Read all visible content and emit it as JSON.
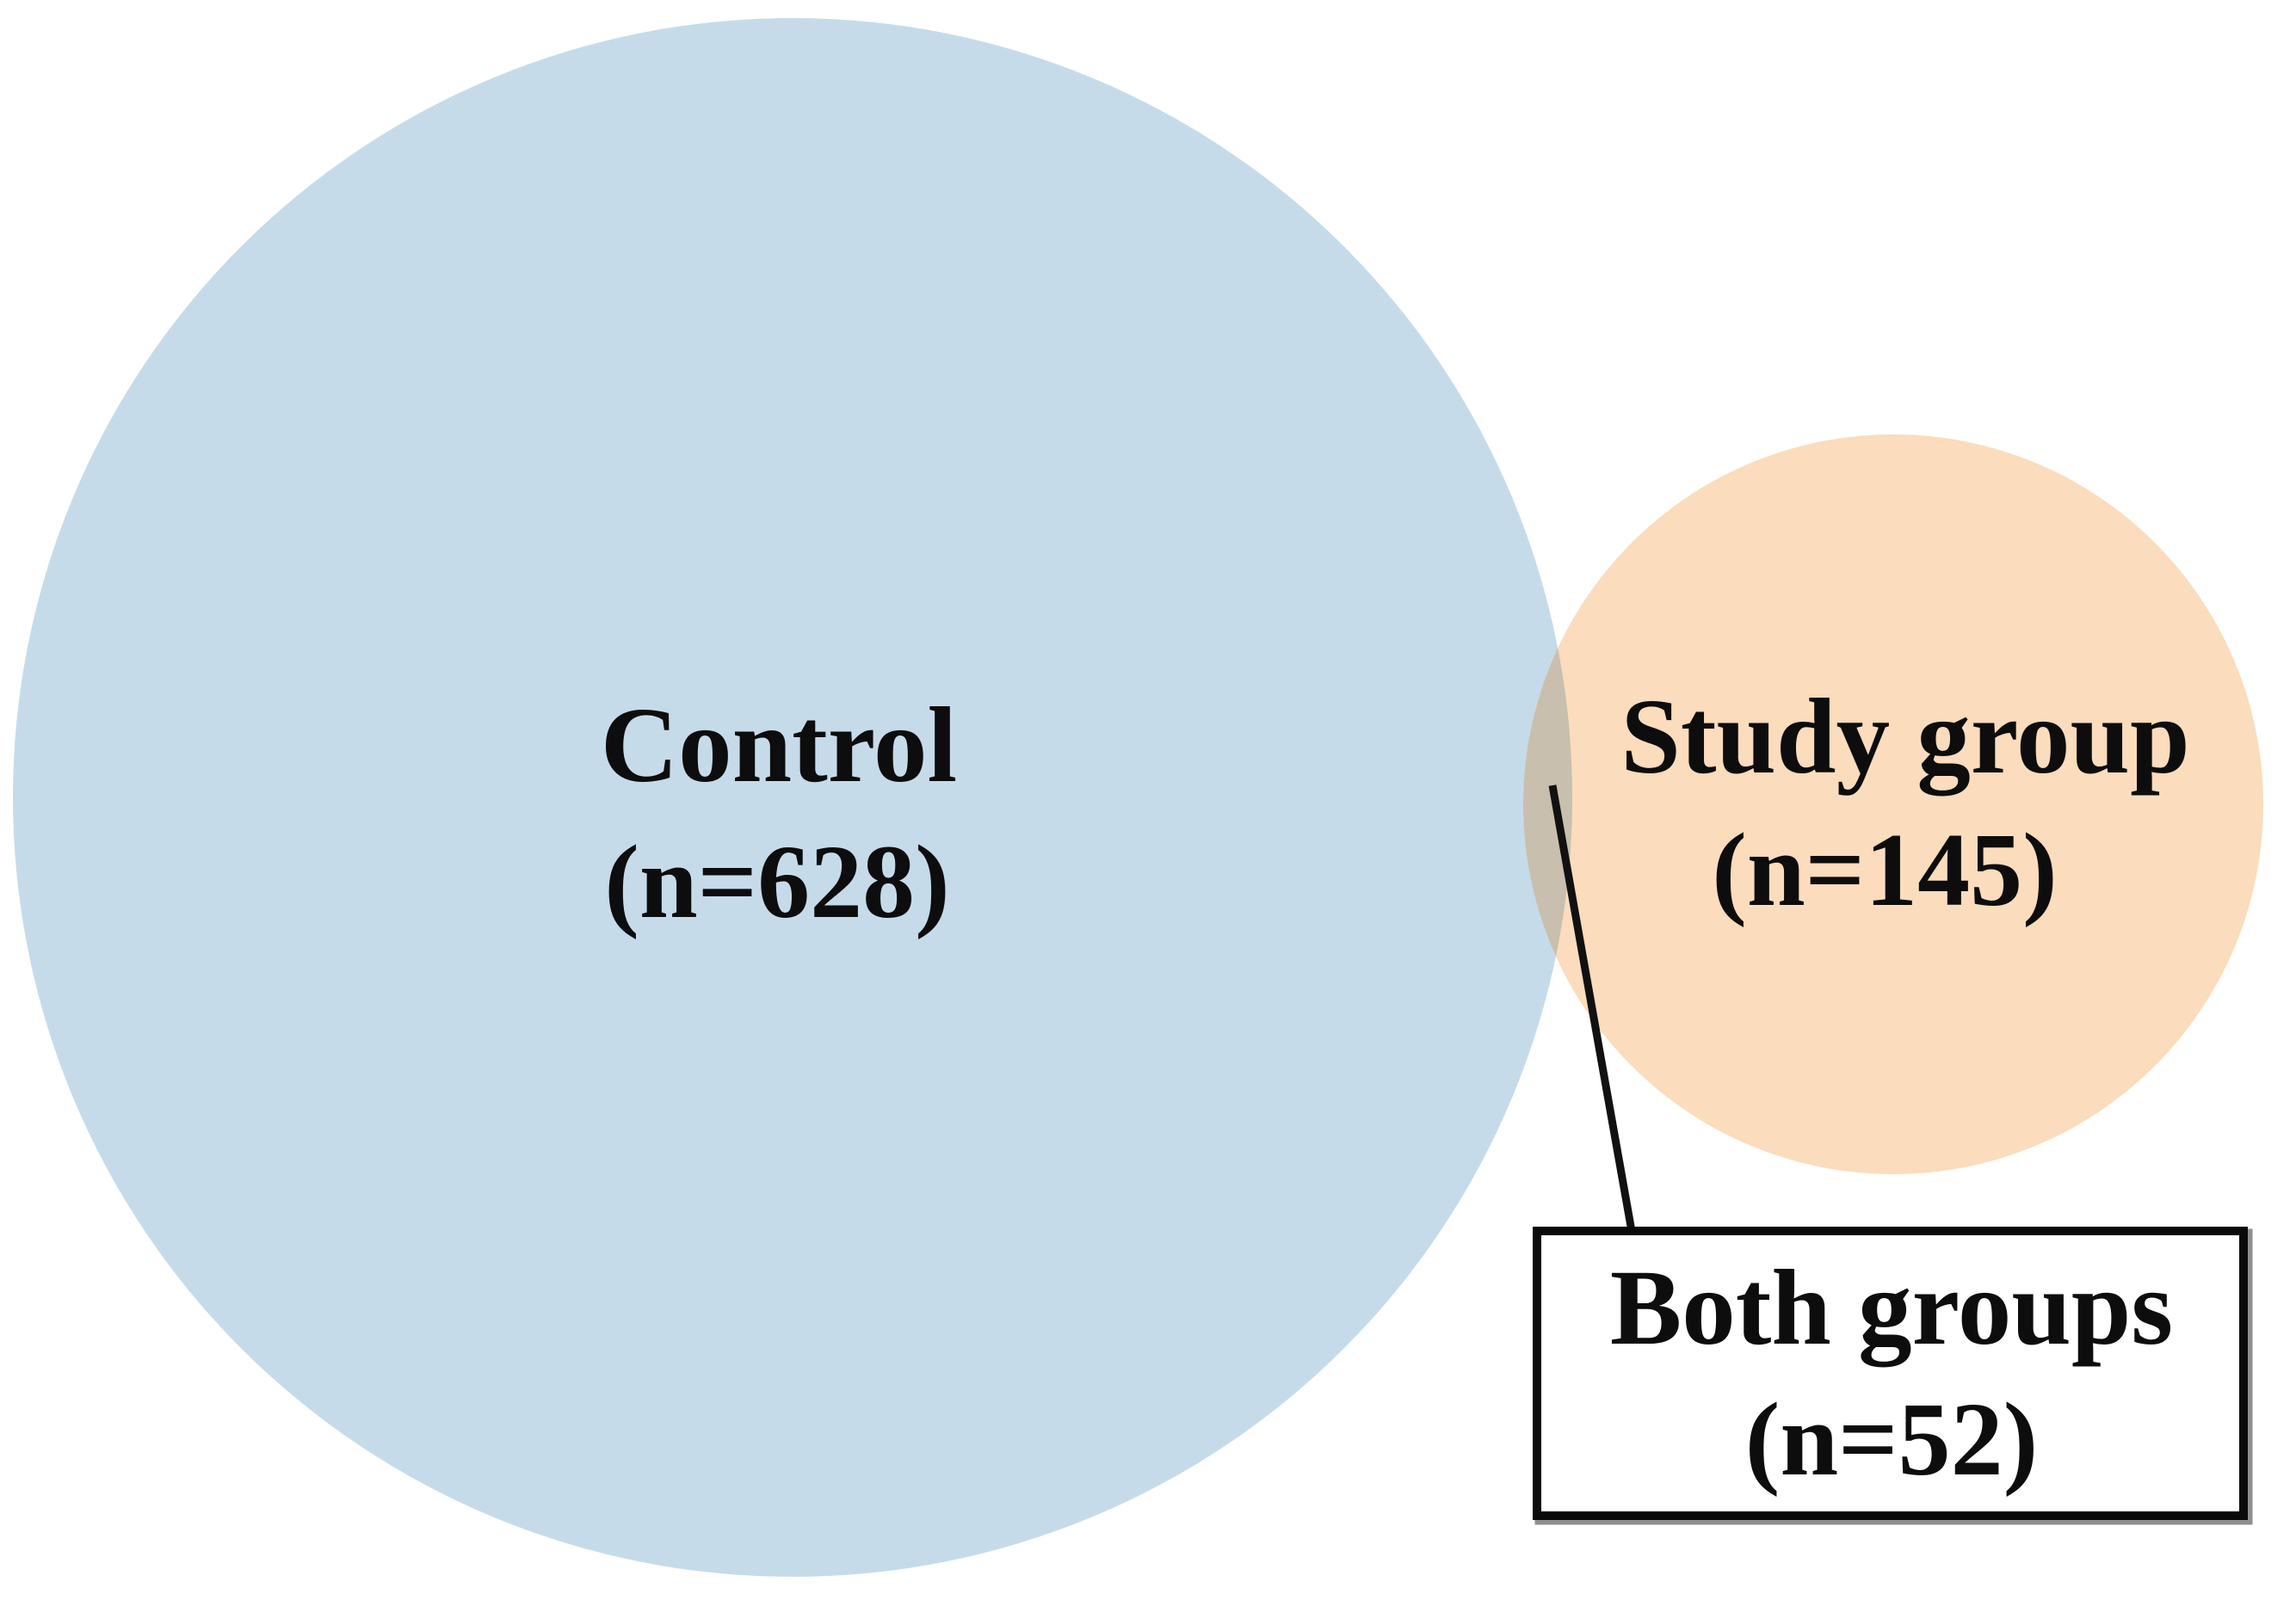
{
  "chart_data": {
    "type": "venn",
    "title": "",
    "legend_position": "none",
    "background": "#ffffff",
    "sets": [
      {
        "name": "Control",
        "size": 628,
        "label": "Control",
        "sublabel": "(n=628)",
        "color": "#c6dbea"
      },
      {
        "name": "Study group",
        "size": 145,
        "label": "Study group",
        "sublabel": "(n=145)",
        "color": "#fbdcbc"
      }
    ],
    "intersection": {
      "name": "Both groups",
      "size": 52,
      "label": "Both groups",
      "sublabel": "(n=52)",
      "overlap_color": "#c9bfae"
    }
  },
  "labels": {
    "control_line1": "Control",
    "control_line2": "(n=628)",
    "study_line1": "Study group",
    "study_line2": "(n=145)",
    "both_line1": "Both groups",
    "both_line2": "(n=52)"
  },
  "colors": {
    "control_fill": "#c6dbea",
    "study_fill": "#fbdcbc",
    "overlap_fill": "#c9bfae",
    "text": "#0d0d0d",
    "callout_border": "#0a0a0a",
    "callout_shadow": "#8f8f8f",
    "callout_fill": "#ffffff",
    "connector": "#111111"
  }
}
